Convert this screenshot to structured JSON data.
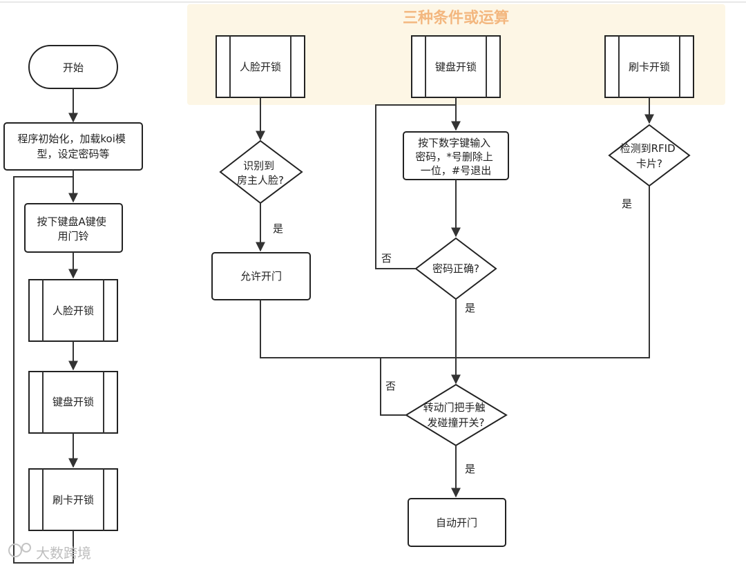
{
  "colors": {
    "group_fill": "#fdf6e5",
    "title": "#f3b77f",
    "stroke": "#222222",
    "watermark": "#bdbdbd"
  },
  "group": {
    "title": "三种条件或运算"
  },
  "nodes": {
    "start": "开始",
    "init": [
      "程序初始化，加载koi模",
      "型，设定密码等"
    ],
    "doorbell": [
      "按下键盘A键使",
      "用门铃"
    ],
    "left_face": "人脸开锁",
    "left_keypad": "键盘开锁",
    "left_card": "刷卡开锁",
    "top_face": "人脸开锁",
    "top_keypad": "键盘开锁",
    "top_card": "刷卡开锁",
    "face_check": [
      "识别到",
      "房主人脸?"
    ],
    "allow_open": "允许开门",
    "keypad_input": [
      "按下数字键输入",
      "密码，*号删除上",
      "一位，#号退出"
    ],
    "pwd_check": "密码正确?",
    "rfid_check": [
      "检测到RFID",
      "卡片?"
    ],
    "handle_check": [
      "转动门把手触",
      "发碰撞开关?"
    ],
    "auto_open": "自动开门"
  },
  "edge_labels": {
    "face_yes": "是",
    "pwd_no": "否",
    "pwd_yes": "是",
    "rfid_yes": "是",
    "handle_no": "否",
    "handle_yes": "是"
  },
  "watermark": "大数跨境"
}
